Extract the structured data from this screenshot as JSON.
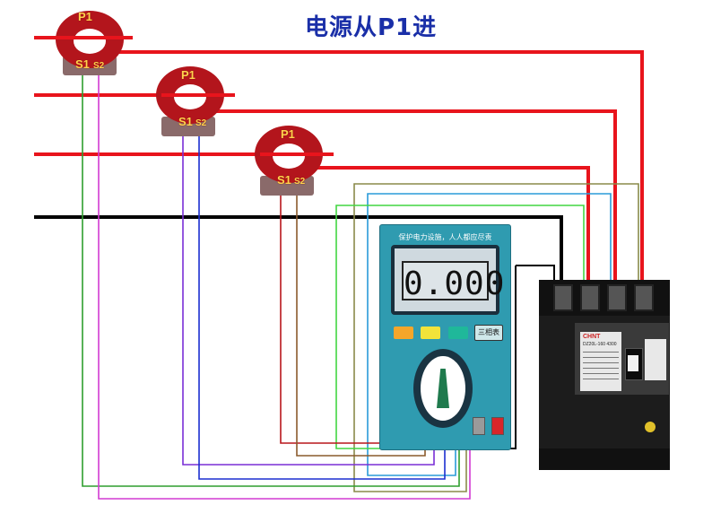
{
  "title": "电源从P1进",
  "current_transformers": [
    {
      "p1": "P1",
      "s1": "S1",
      "s2": "S2"
    },
    {
      "p1": "P1",
      "s1": "S1",
      "s2": "S2"
    },
    {
      "p1": "P1",
      "s1": "S1",
      "s2": "S2"
    }
  ],
  "meter": {
    "slogan": "保护电力设施，人人都应尽责",
    "display": "0.000",
    "button_label": "三相表",
    "buttons": [
      "orange",
      "yellow",
      "teal"
    ]
  },
  "breaker": {
    "brand": "CHNT",
    "model": "DZ20L-160 4300"
  },
  "colors": {
    "phase": "#e8141c",
    "neutral": "#000000",
    "green": "#2e9e2e",
    "magenta": "#d23ad2",
    "purple": "#7a2fd6",
    "blue": "#1c2fd0",
    "brown": "#8a5a2c",
    "dark_red": "#b8161c",
    "light_green": "#42d642",
    "light_blue": "#2a9bd8",
    "olive": "#8a8a4a",
    "ct_body": "#b3151c"
  }
}
